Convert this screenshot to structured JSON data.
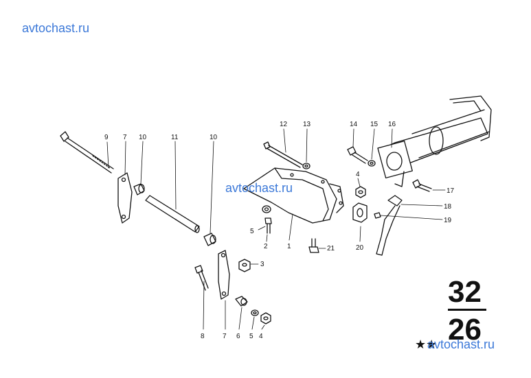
{
  "watermark": {
    "text": "avtochast.ru",
    "color": "#3b78d8"
  },
  "group": {
    "major": "32",
    "minor": "26"
  },
  "stars": "★★",
  "callouts": [
    "1",
    "2",
    "3",
    "4",
    "5",
    "6",
    "7",
    "8",
    "9",
    "10",
    "11",
    "12",
    "13",
    "14",
    "15",
    "16",
    "17",
    "18",
    "19",
    "20",
    "21"
  ],
  "colors": {
    "ink": "#111111",
    "background": "#ffffff"
  }
}
